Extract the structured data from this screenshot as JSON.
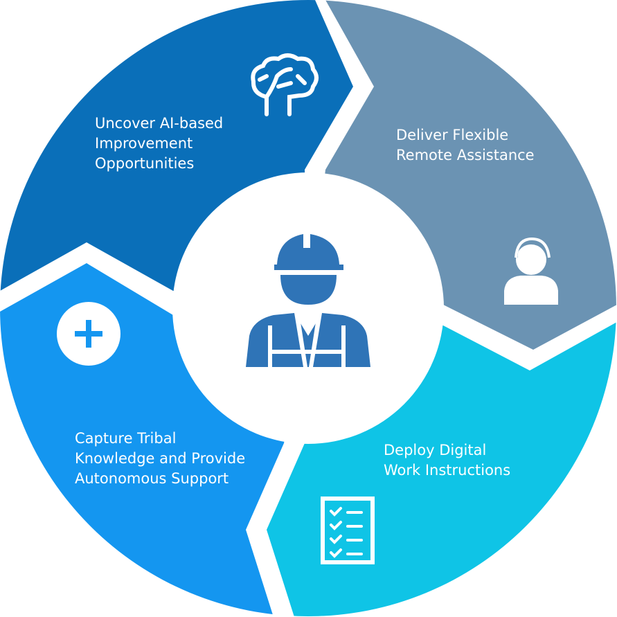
{
  "colors": {
    "segment_ai": "#0a6fb9",
    "segment_remote": "#6b93b3",
    "segment_instructions": "#0fc4e6",
    "segment_knowledge": "#1496f0",
    "center_icon": "#2f74b7",
    "center_bg": "#ffffff"
  },
  "center": {
    "icon": "construction-worker-icon"
  },
  "segments": [
    {
      "icon": "brain-icon",
      "lines": [
        "Uncover AI-based",
        "Improvement",
        "Opportunities"
      ]
    },
    {
      "icon": "headset-user-icon",
      "lines": [
        "Deliver Flexible",
        "Remote Assistance"
      ]
    },
    {
      "icon": "checklist-icon",
      "lines": [
        "Deploy Digital",
        "Work Instructions"
      ]
    },
    {
      "icon": "plus-circle-icon",
      "lines": [
        "Capture Tribal",
        "Knowledge and Provide",
        "Autonomous Support"
      ]
    }
  ]
}
